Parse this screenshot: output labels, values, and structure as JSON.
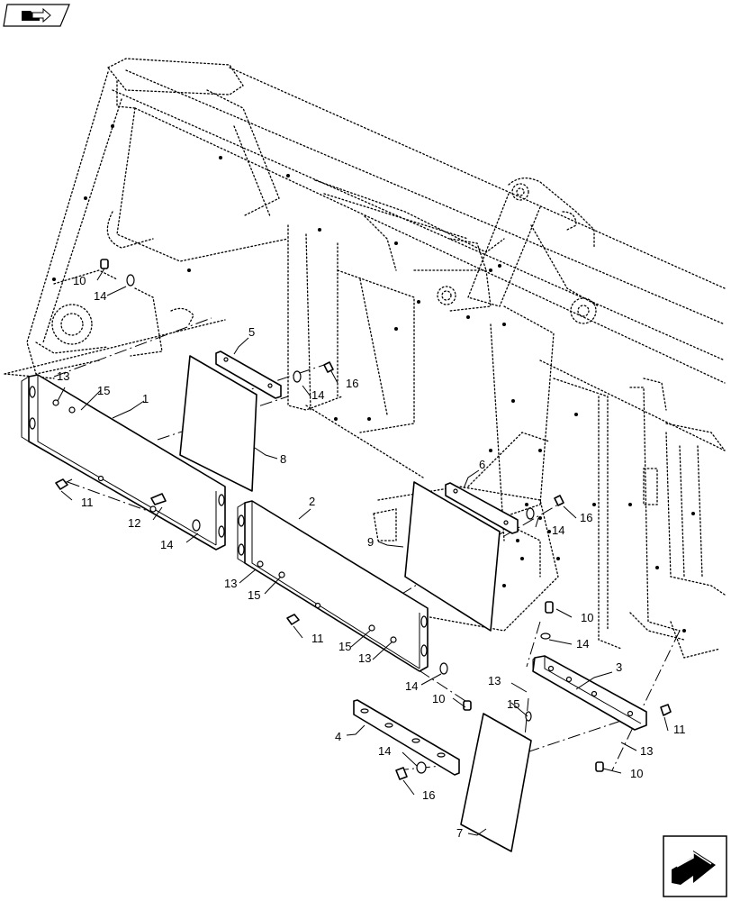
{
  "top_icon": {
    "name": "folder-arrow-icon"
  },
  "bottom_icon": {
    "name": "next-page-arrow-icon"
  },
  "callouts": {
    "c1": "1",
    "c2": "2",
    "c3": "3",
    "c4": "4",
    "c5": "5",
    "c6": "6",
    "c7": "7",
    "c8": "8",
    "c9": "9",
    "c10a": "10",
    "c10b": "10",
    "c10c": "10",
    "c10d": "10",
    "c11a": "11",
    "c11b": "11",
    "c11c": "11",
    "c12": "12",
    "c13a": "13",
    "c13b": "13",
    "c13c": "13",
    "c13d": "13",
    "c13e": "13",
    "c14a": "14",
    "c14b": "14",
    "c14c": "14",
    "c14d": "14",
    "c14e": "14",
    "c14f": "14",
    "c14g": "14",
    "c14h": "14",
    "c15a": "15",
    "c15b": "15",
    "c15c": "15",
    "c15d": "15",
    "c16a": "16",
    "c16b": "16",
    "c16c": "16"
  }
}
